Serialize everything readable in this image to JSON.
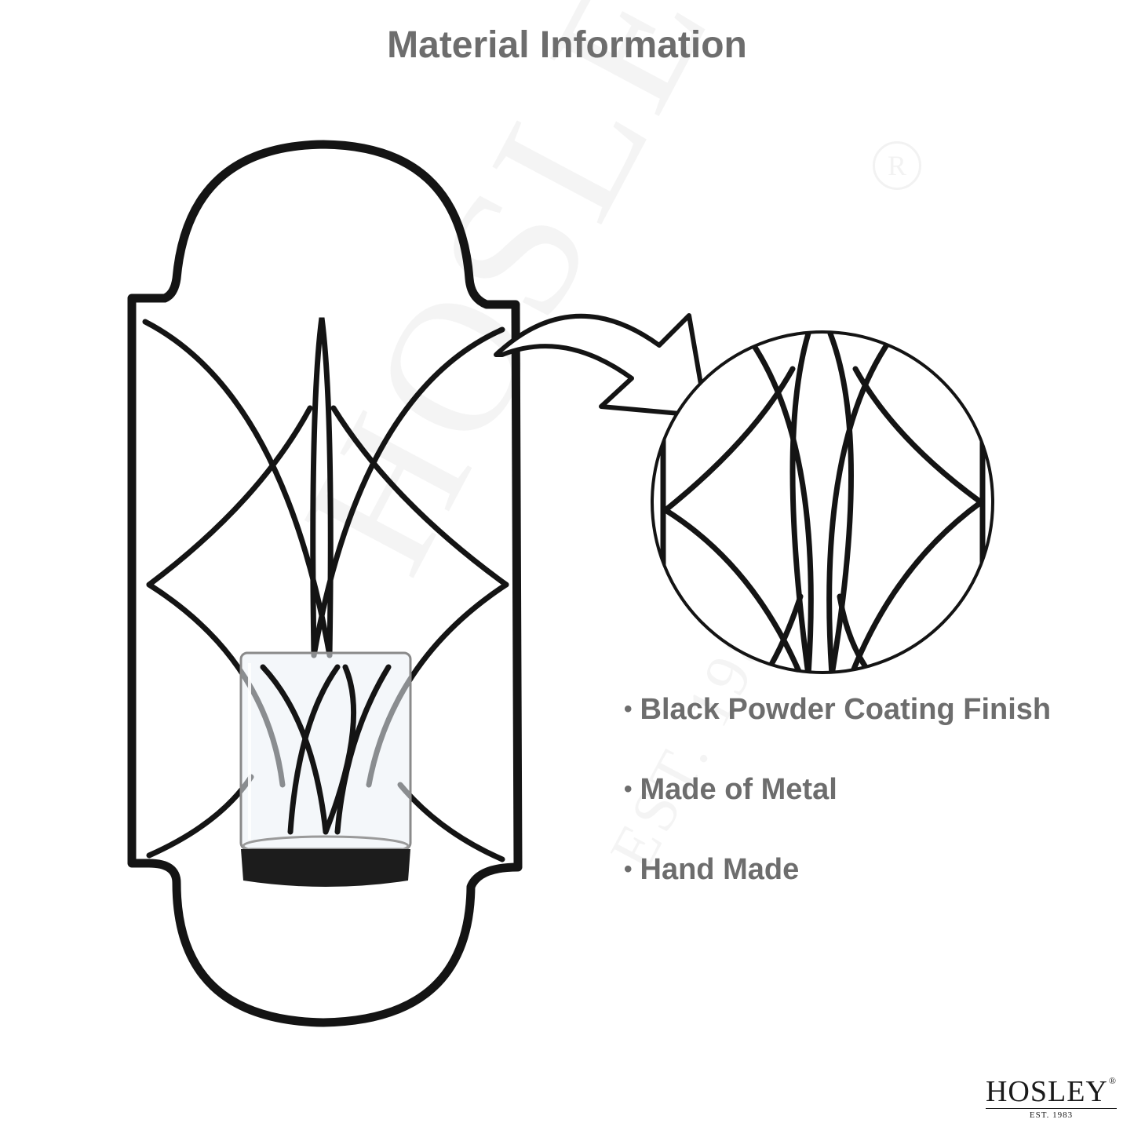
{
  "title": "Material Information",
  "features": [
    {
      "label": "Black Powder Coating Finish"
    },
    {
      "label": "Made of Metal"
    },
    {
      "label": "Hand Made"
    }
  ],
  "bullet_char": "•",
  "logo": {
    "name": "HOSLEY",
    "registered": "®",
    "established": "EST. 1983"
  },
  "watermark": {
    "name": "HOSLEY",
    "established": "EST. 1983",
    "registered": "R"
  },
  "colors": {
    "text": "#6d6d6d",
    "metal": "#141414",
    "background": "#ffffff"
  }
}
